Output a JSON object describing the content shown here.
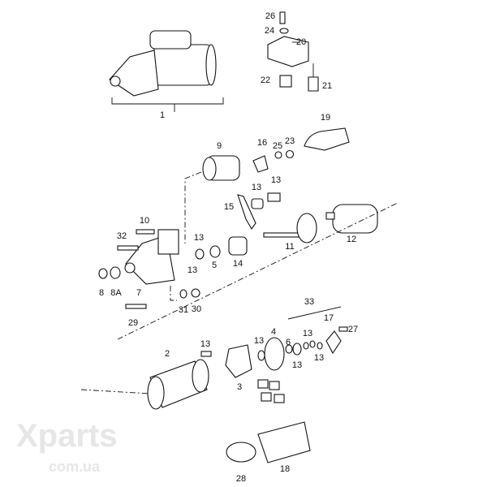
{
  "watermark": {
    "brand": "Xparts",
    "domain": "com.ua"
  },
  "labels": [
    "1",
    "26",
    "24",
    "20",
    "22",
    "21",
    "19",
    "9",
    "16",
    "25",
    "23",
    "13",
    "13",
    "15",
    "10",
    "32",
    "13",
    "13",
    "5",
    "14",
    "11",
    "12",
    "8",
    "8A",
    "7",
    "31",
    "30",
    "29",
    "33",
    "2",
    "13",
    "3",
    "13",
    "4",
    "6",
    "13",
    "13",
    "13",
    "17",
    "27",
    "28",
    "18"
  ]
}
